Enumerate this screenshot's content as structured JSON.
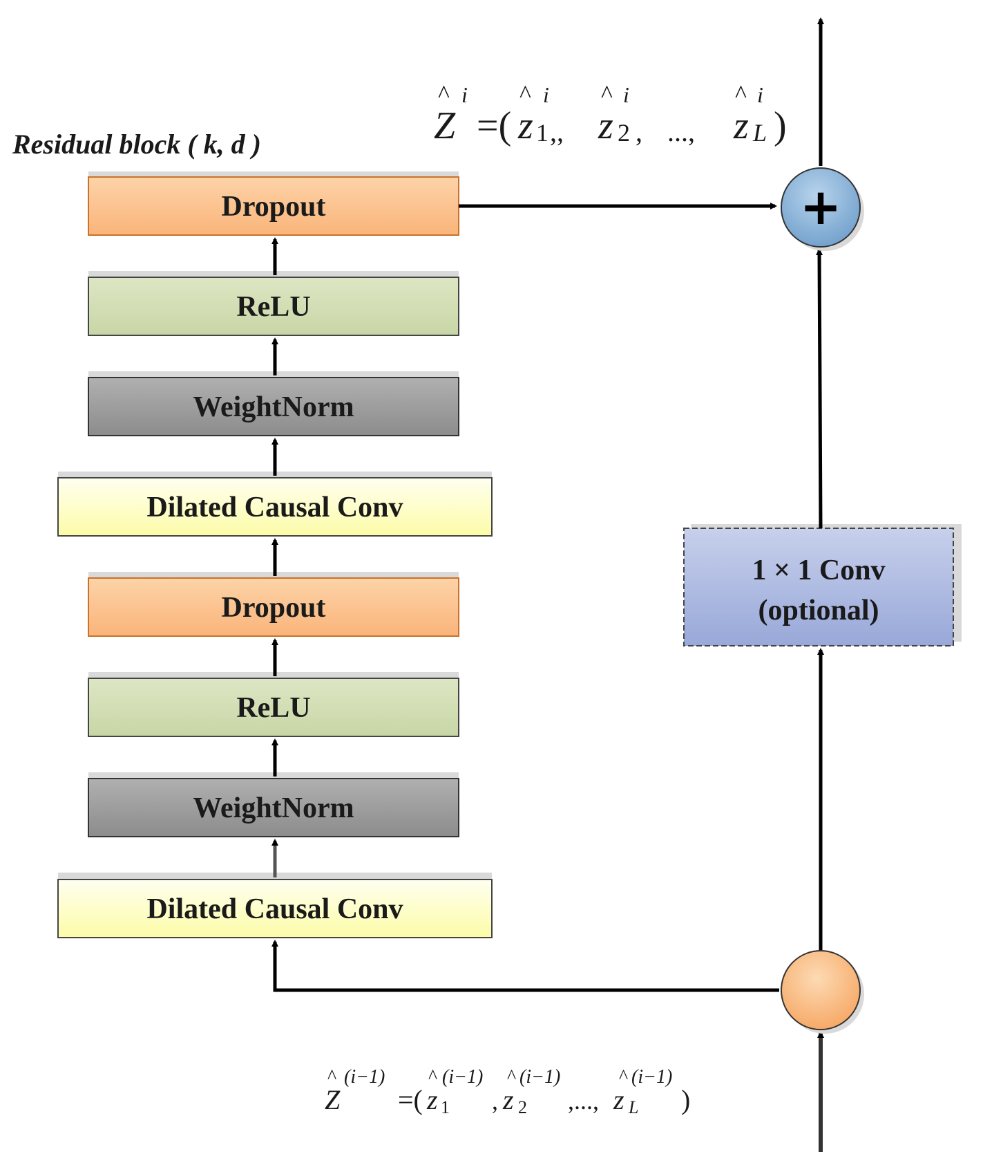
{
  "title": "Residual block ( k, d )",
  "blocks": [
    {
      "id": "dropout-top",
      "label": "Dropout"
    },
    {
      "id": "relu-top",
      "label": "ReLU"
    },
    {
      "id": "weightnorm-top",
      "label": "WeightNorm"
    },
    {
      "id": "dilated-conv-top",
      "label": "Dilated Causal Conv"
    },
    {
      "id": "dropout-bottom",
      "label": "Dropout"
    },
    {
      "id": "relu-bottom",
      "label": "ReLU"
    },
    {
      "id": "weightnorm-bottom",
      "label": "WeightNorm"
    },
    {
      "id": "dilated-conv-bottom",
      "label": "Dilated Causal Conv"
    }
  ],
  "conv1x1": {
    "line1": "1 × 1 Conv",
    "line2": "(optional)"
  },
  "sum_symbol": "+",
  "output_formula": {
    "lhs": "Z",
    "lhs_sup": "i",
    "hat": "^",
    "equals": "=(",
    "z1": "z",
    "z1_sub": "1",
    "z1_sep": ",,",
    "z2": "z",
    "z2_sub": "2",
    "z2_sep": ",",
    "ellipsis": "...,",
    "zL": "z",
    "zL_sub": "L",
    "close": ")"
  },
  "input_formula": {
    "lhs": "Z",
    "lhs_sup": "(i−1)",
    "hat": "^",
    "equals": "=(",
    "z1": "z",
    "z1_sub": "1",
    "z1_sup": "(i−1)",
    "z2_sep": ",",
    "z2": "z",
    "z2_sub": "2",
    "z2_sup": "(i−1)",
    "ellipsis": ",...,",
    "zL": "z",
    "zL_sub": "L",
    "zL_sup": "(i−1)",
    "close": ")"
  },
  "colors": {
    "dropout_top": "#fdd3a8",
    "dropout_bottom": "#fab47a",
    "relu_top": "#dde6c4",
    "relu_bottom": "#c8d6a6",
    "weightnorm_top": "#b0b0b0",
    "weightnorm_bottom": "#8c8c8c",
    "dilated_top": "#fffff0",
    "dilated_bottom": "#fcfca8",
    "conv1x1_top": "#c7d0ec",
    "conv1x1_bottom": "#98a8d8",
    "sum_top": "#b8d4ec",
    "sum_bottom": "#6f9ecb",
    "input_node_top": "#fddab4",
    "input_node_bottom": "#f6a662",
    "edge": "#c9722a",
    "arrow": "#000000"
  }
}
